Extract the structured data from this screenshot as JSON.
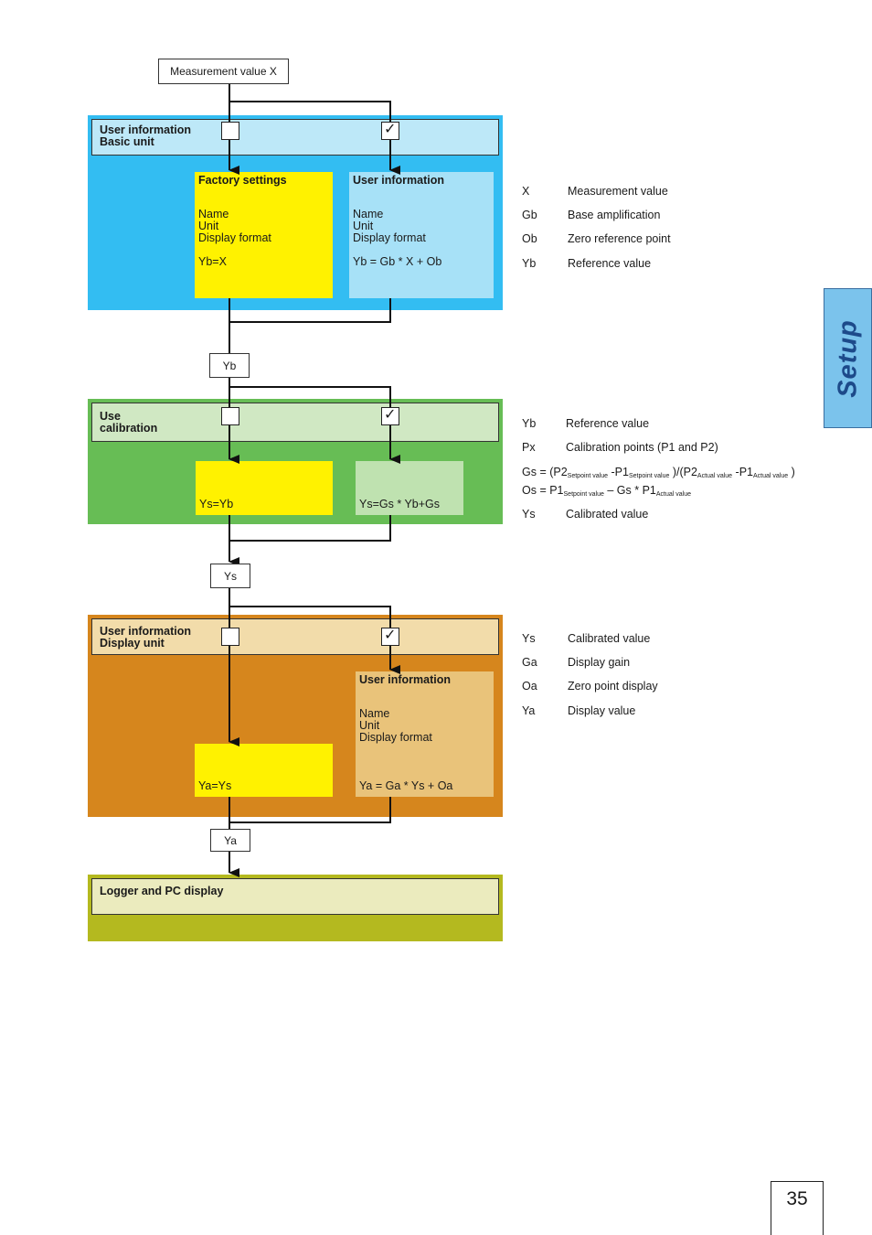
{
  "input_label": "Measurement value X",
  "sections": {
    "basic": {
      "header": "User information\nBasic unit",
      "check_left": "",
      "check_right": "✓",
      "factory": {
        "title": "Factory settings",
        "body": "Name\nUnit\nDisplay format",
        "formula": "Yb=X"
      },
      "user": {
        "title": "User information",
        "body": "Name\nUnit\nDisplay format",
        "formula": "Yb = Gb * X + Ob"
      }
    },
    "calibration": {
      "header": "Use\ncalibration",
      "check_right": "✓",
      "left_formula": "Ys=Yb",
      "right_formula": "Ys=Gs * Yb+Gs"
    },
    "display": {
      "header": "User information\nDisplay unit",
      "check_right": "✓",
      "left_formula": "Ya=Ys",
      "user": {
        "title": "User information",
        "body": "Name\nUnit\nDisplay format",
        "formula": "Ya = Ga * Ys + Oa"
      }
    },
    "logger": {
      "header": "Logger and PC display"
    }
  },
  "tags": {
    "yb": "Yb",
    "ys": "Ys",
    "ya": "Ya"
  },
  "legend1": [
    {
      "k": "X",
      "v": "Measurement value"
    },
    {
      "k": "Gb",
      "v": "Base amplification"
    },
    {
      "k": "Ob",
      "v": "Zero reference point"
    },
    {
      "k": "Yb",
      "v": "Reference value"
    }
  ],
  "legend2": [
    {
      "k": "Yb",
      "v": "Reference value"
    },
    {
      "k": "Px",
      "v": "Calibration points  (P1 and P2)"
    }
  ],
  "legend2_formulas": {
    "gs": {
      "a": "Gs = (P2",
      "s1": "Setpoint value",
      "b": " -P1",
      "s2": "Setpoint value",
      "c": " )/(P2",
      "s3": "Actual value",
      "d": " -P1",
      "s4": "Actual value",
      "e": " )"
    },
    "os": {
      "a": "Os = P1",
      "s1": "Setpoint value",
      "b": " – Gs * P1",
      "s2": "Actual value"
    }
  },
  "legend2_last": {
    "k": "Ys",
    "v": "Calibrated value"
  },
  "legend3": [
    {
      "k": "Ys",
      "v": "Calibrated value"
    },
    {
      "k": "Ga",
      "v": "Display gain"
    },
    {
      "k": "Oa",
      "v": "Zero point display"
    },
    {
      "k": "Ya",
      "v": "Display value"
    }
  ],
  "side_tab": "Setup",
  "page_number": "35",
  "colors": {
    "blue_band": "#33bdf2",
    "blue_header": "#bde8f8",
    "blue_inner": "#a7e1f7",
    "green_band": "#67bd55",
    "green_header": "#d0e8c3",
    "green_inner": "#bfe2b0",
    "orange_band": "#d6861d",
    "orange_header": "#f2dcaa",
    "orange_inner": "#e9c37a",
    "olive_band": "#b4b91f",
    "olive_header": "#ebebbe",
    "yellow": "#fff200"
  }
}
